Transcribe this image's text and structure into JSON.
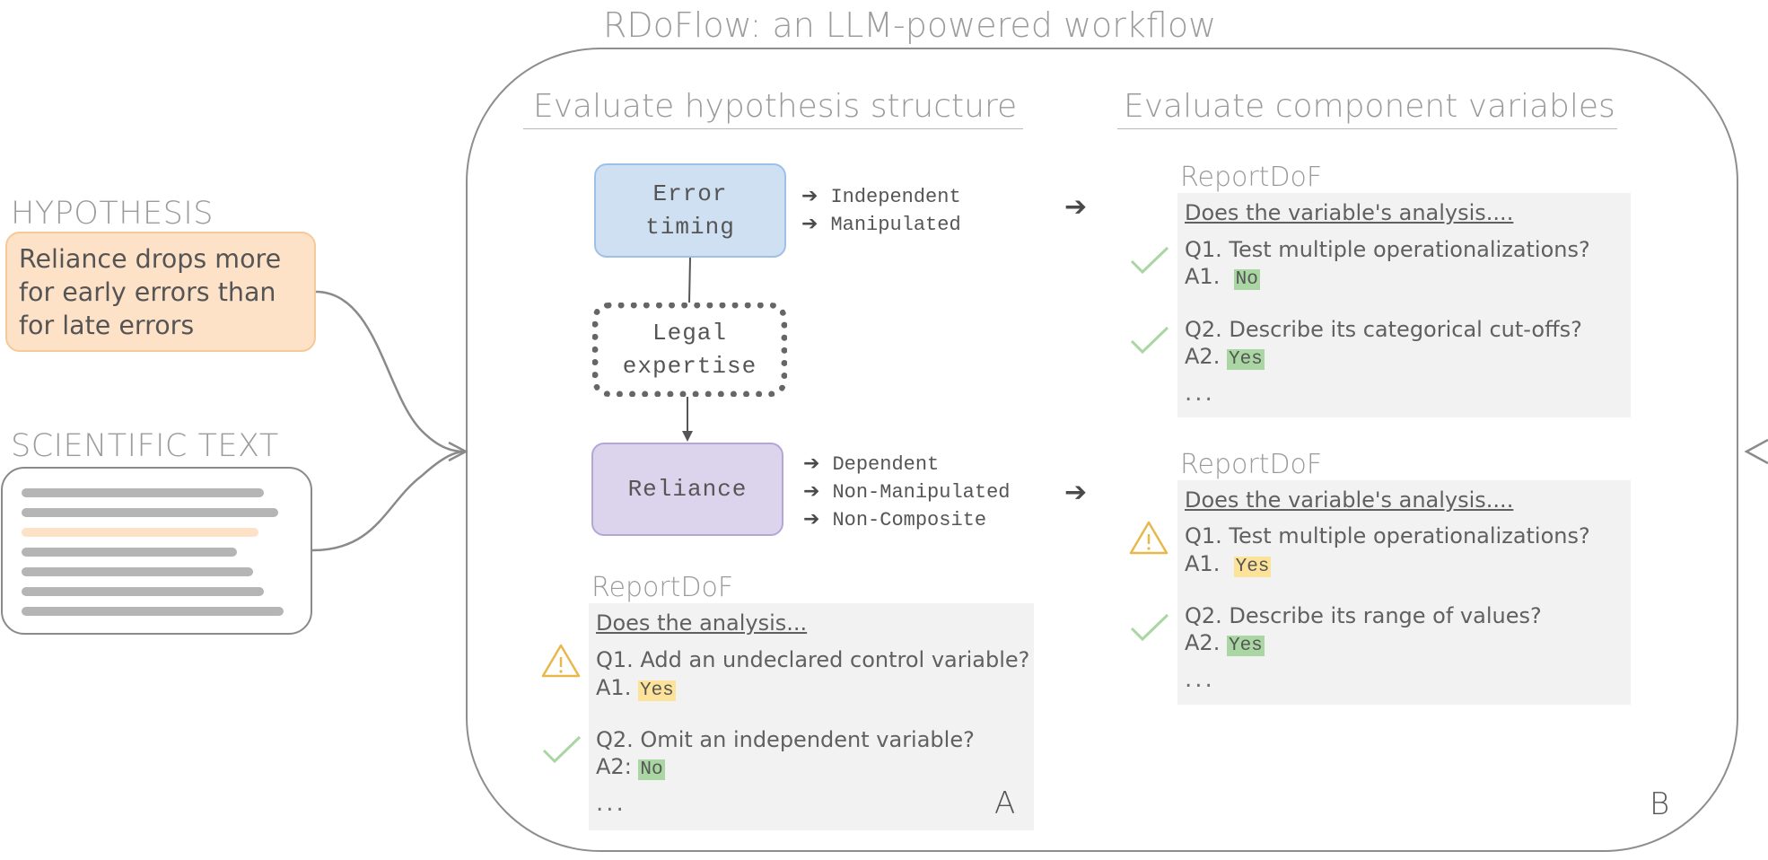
{
  "title": "RDoFlow: an LLM-powered workflow",
  "inputs": {
    "hypothesis_label": "HYPOTHESIS",
    "hypothesis_text": "Reliance drops more\nfor early errors than\nfor late errors",
    "scientific_text_label": "SCIENTIFIC TEXT"
  },
  "panel_a": {
    "title": "Evaluate hypothesis structure",
    "nodes": {
      "error_timing": "Error\ntiming",
      "legal_expertise": "Legal\nexpertise",
      "reliance": "Reliance"
    },
    "error_timing_attrs": [
      "Independent",
      "Manipulated"
    ],
    "reliance_attrs": [
      "Dependent",
      "Non-Manipulated",
      "Non-Composite"
    ],
    "report": {
      "title": "ReportDoF",
      "heading": "Does the analysis...",
      "q1": "Q1. Add an undeclared control variable?",
      "a1_label": "A1.",
      "a1_value": "Yes",
      "q2": "Q2. Omit an independent variable?",
      "a2_label": "A2:",
      "a2_value": "No",
      "ellipsis": "...",
      "letter": "A"
    }
  },
  "panel_b": {
    "title": "Evaluate component variables",
    "report1": {
      "title": "ReportDoF",
      "heading": "Does the variable's analysis....",
      "q1": "Q1. Test multiple operationalizations?",
      "a1_label": "A1.",
      "a1_value": "No",
      "q2": "Q2. Describe its categorical cut-offs?",
      "a2_label": "A2.",
      "a2_value": "Yes",
      "ellipsis": "..."
    },
    "report2": {
      "title": "ReportDoF",
      "heading": "Does the variable's analysis....",
      "q1": "Q1. Test multiple operationalizations?",
      "a1_label": "A1.",
      "a1_value": "Yes",
      "q2": "Q2. Describe its range of values?",
      "a2_label": "A2.",
      "a2_value": "Yes",
      "ellipsis": "..."
    },
    "letter": "B"
  },
  "colors": {
    "hypothesis_fill": "#fde2c8",
    "independent_node": "#cfe0f2",
    "dependent_node": "#dcd4ec",
    "warning_yellow": "#e8b84a",
    "check_green": "#a9d6a2",
    "answer_green": "#a9d6a2",
    "answer_yellow": "#fde39a"
  },
  "icons": [
    "check-icon",
    "warning-icon",
    "arrow-icon"
  ]
}
